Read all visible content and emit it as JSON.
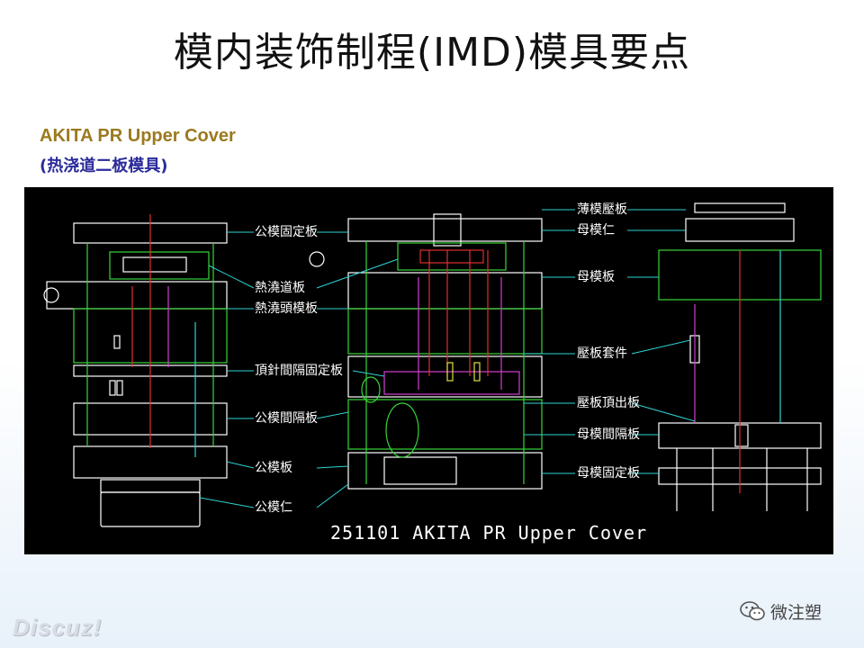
{
  "slide": {
    "title": "模内装饰制程(IMD)模具要点",
    "subtitle_en": "AKITA PR Upper Cover",
    "subtitle_cn": "(热浇道二板模具)"
  },
  "drawing": {
    "caption": "251101 AKITA PR Upper Cover",
    "labels_left": [
      "公模固定板",
      "熱澆道板",
      "熱澆頭模板",
      "頂針間隔固定板",
      "公模間隔板",
      "公模板",
      "公模仁"
    ],
    "labels_right": [
      "薄模壓板",
      "母模仁",
      "母模板",
      "壓板套件",
      "壓板頂出板",
      "母模間隔板",
      "母模固定板"
    ],
    "colors": {
      "line_white": "#ffffff",
      "line_green": "#37d437",
      "line_cyan": "#2fd3d3",
      "line_red": "#e03030",
      "line_magenta": "#d040d0",
      "line_yellow": "#e0e040"
    }
  },
  "watermarks": {
    "discuz": "Discuz!",
    "wechat_name": "微注塑",
    "wechat_icon": "wechat-icon"
  }
}
